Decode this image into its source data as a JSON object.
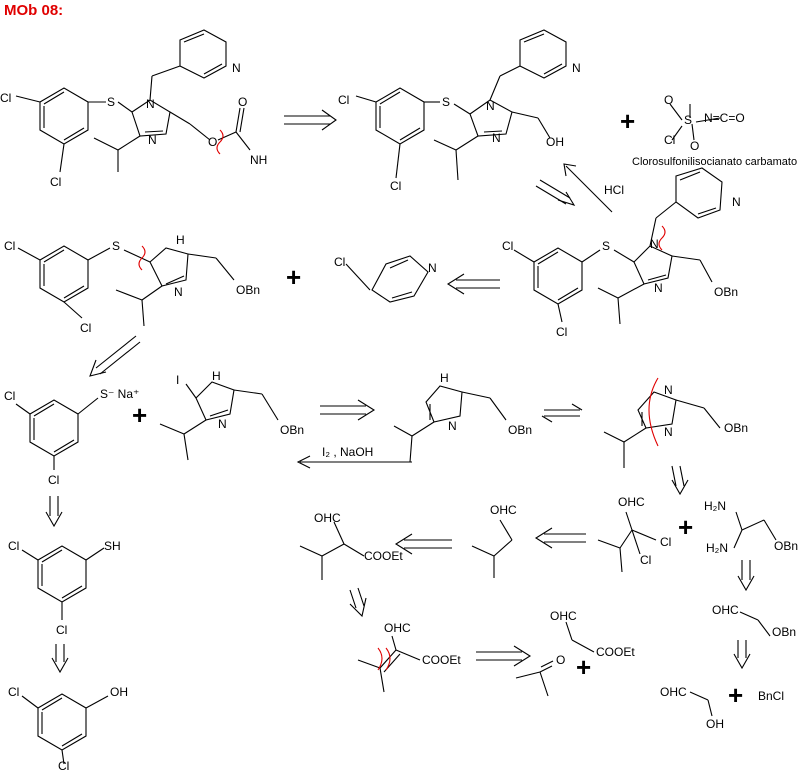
{
  "title": "MOb 08:",
  "labels": {
    "cl": "Cl",
    "s": "S",
    "n": "N",
    "nh": "H",
    "o": "O",
    "nh2": "NH",
    "oh": "OH",
    "obn": "OBn",
    "sh": "SH",
    "i": "I",
    "ohc": "OHC",
    "cooet": "COOEt",
    "bncl": "BnCl",
    "h2n": "H₂N",
    "sna": "S⁻ Na⁺",
    "nco": "N=C=O",
    "ncoS": "S",
    "oh_lone": "OH",
    "clch2": "Cl"
  },
  "reagents": {
    "hcl": "HCl",
    "i2naoh": "I₂ , NaOH",
    "csi": "Clorosulfonilisocianato carbamato"
  },
  "plus": "+",
  "arrow_style": "retro"
}
